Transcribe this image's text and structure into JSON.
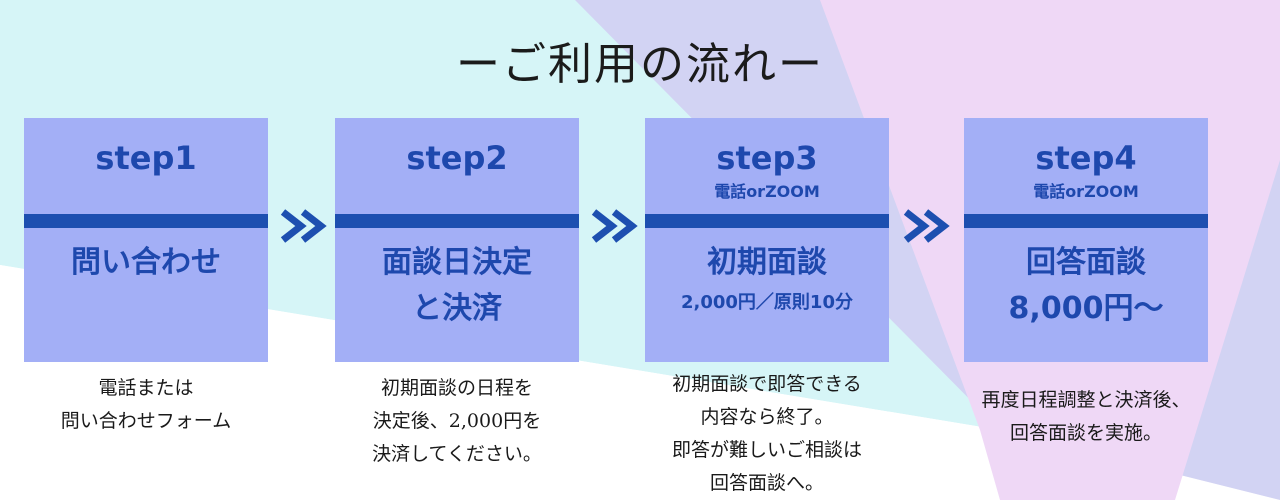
{
  "title": "ーご利用の流れー",
  "steps": [
    {
      "label": "step1",
      "main": [
        "問い合わせ"
      ],
      "desc": [
        "電話または",
        "問い合わせフォーム"
      ]
    },
    {
      "label": "step2",
      "main": [
        "面談日決定",
        "と決済"
      ],
      "desc": [
        "初期面談の日程を",
        "決定後、2,000円を",
        "決済してください。"
      ]
    },
    {
      "label": "step3",
      "sub": "電話orZOOM",
      "main": [
        "初期面談"
      ],
      "price": "2,000円／原則10分",
      "desc": [
        "初期面談で即答できる",
        "内容なら終了。",
        "即答が難しいご相談は",
        "回答面談へ。"
      ]
    },
    {
      "label": "step4",
      "sub": "電話orZOOM",
      "main": [
        "回答面談",
        "8,000円〜"
      ],
      "desc": [
        "再度日程調整と決済後、",
        "回答面談を実施。"
      ]
    }
  ],
  "colors": {
    "card": "#a3aff6",
    "accent": "#1e48ad",
    "bg_cyan": "#d6f5f7",
    "bg_lavender": "#d2d3f3",
    "bg_pink": "#efd8f6"
  },
  "icons": [
    "double-chevron-right-icon"
  ]
}
